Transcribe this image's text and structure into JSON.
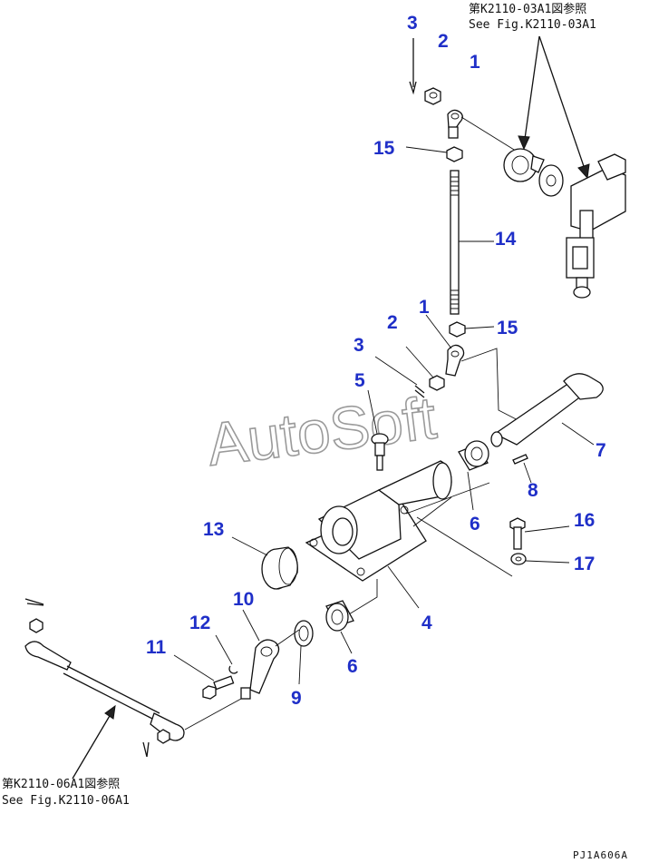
{
  "references": {
    "top_ja": "第K2110-03A1図参照",
    "top_en": "See Fig.K2110-03A1",
    "bottom_ja": "第K2110-06A1図参照",
    "bottom_en": "See Fig.K2110-06A1"
  },
  "watermark": "AutoSoft",
  "drawing_code": "PJ1A606A",
  "callouts": [
    "3",
    "2",
    "1",
    "15",
    "14",
    "1",
    "2",
    "15",
    "3",
    "5",
    "7",
    "8",
    "6",
    "16",
    "13",
    "17",
    "10",
    "4",
    "12",
    "11",
    "6",
    "9"
  ]
}
